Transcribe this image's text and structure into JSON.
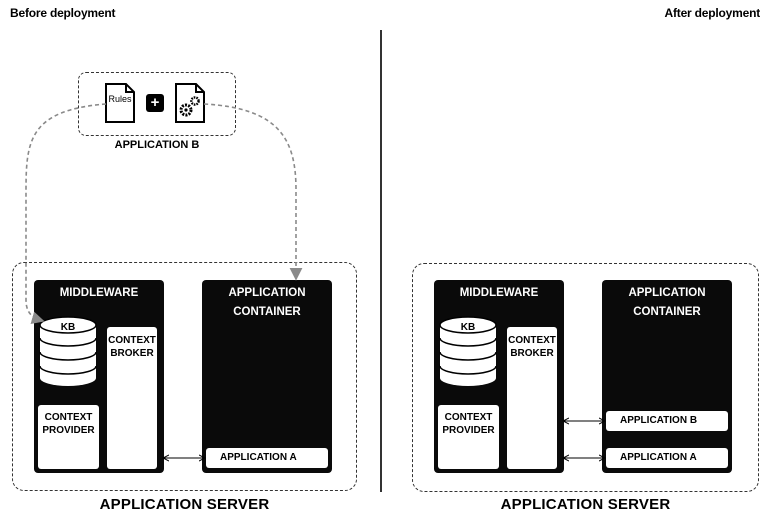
{
  "left": {
    "heading": "Before deployment",
    "app_b_label": "APPLICATION B",
    "rules_label": "Rules",
    "plus": "+",
    "middleware": "MIDDLEWARE",
    "kb": "KB",
    "context_broker": "CONTEXT\nBROKER",
    "context_provider": "CONTEXT\nPROVIDER",
    "app_container": "APPLICATION\nCONTAINER",
    "app_a": "APPLICATION A",
    "server_label": "APPLICATION SERVER"
  },
  "right": {
    "heading": "After deployment",
    "middleware": "MIDDLEWARE",
    "kb": "KB",
    "context_broker": "CONTEXT\nBROKER",
    "context_provider": "CONTEXT\nPROVIDER",
    "app_container": "APPLICATION\nCONTAINER",
    "app_b": "APPLICATION B",
    "app_a": "APPLICATION A",
    "server_label": "APPLICATION SERVER"
  }
}
